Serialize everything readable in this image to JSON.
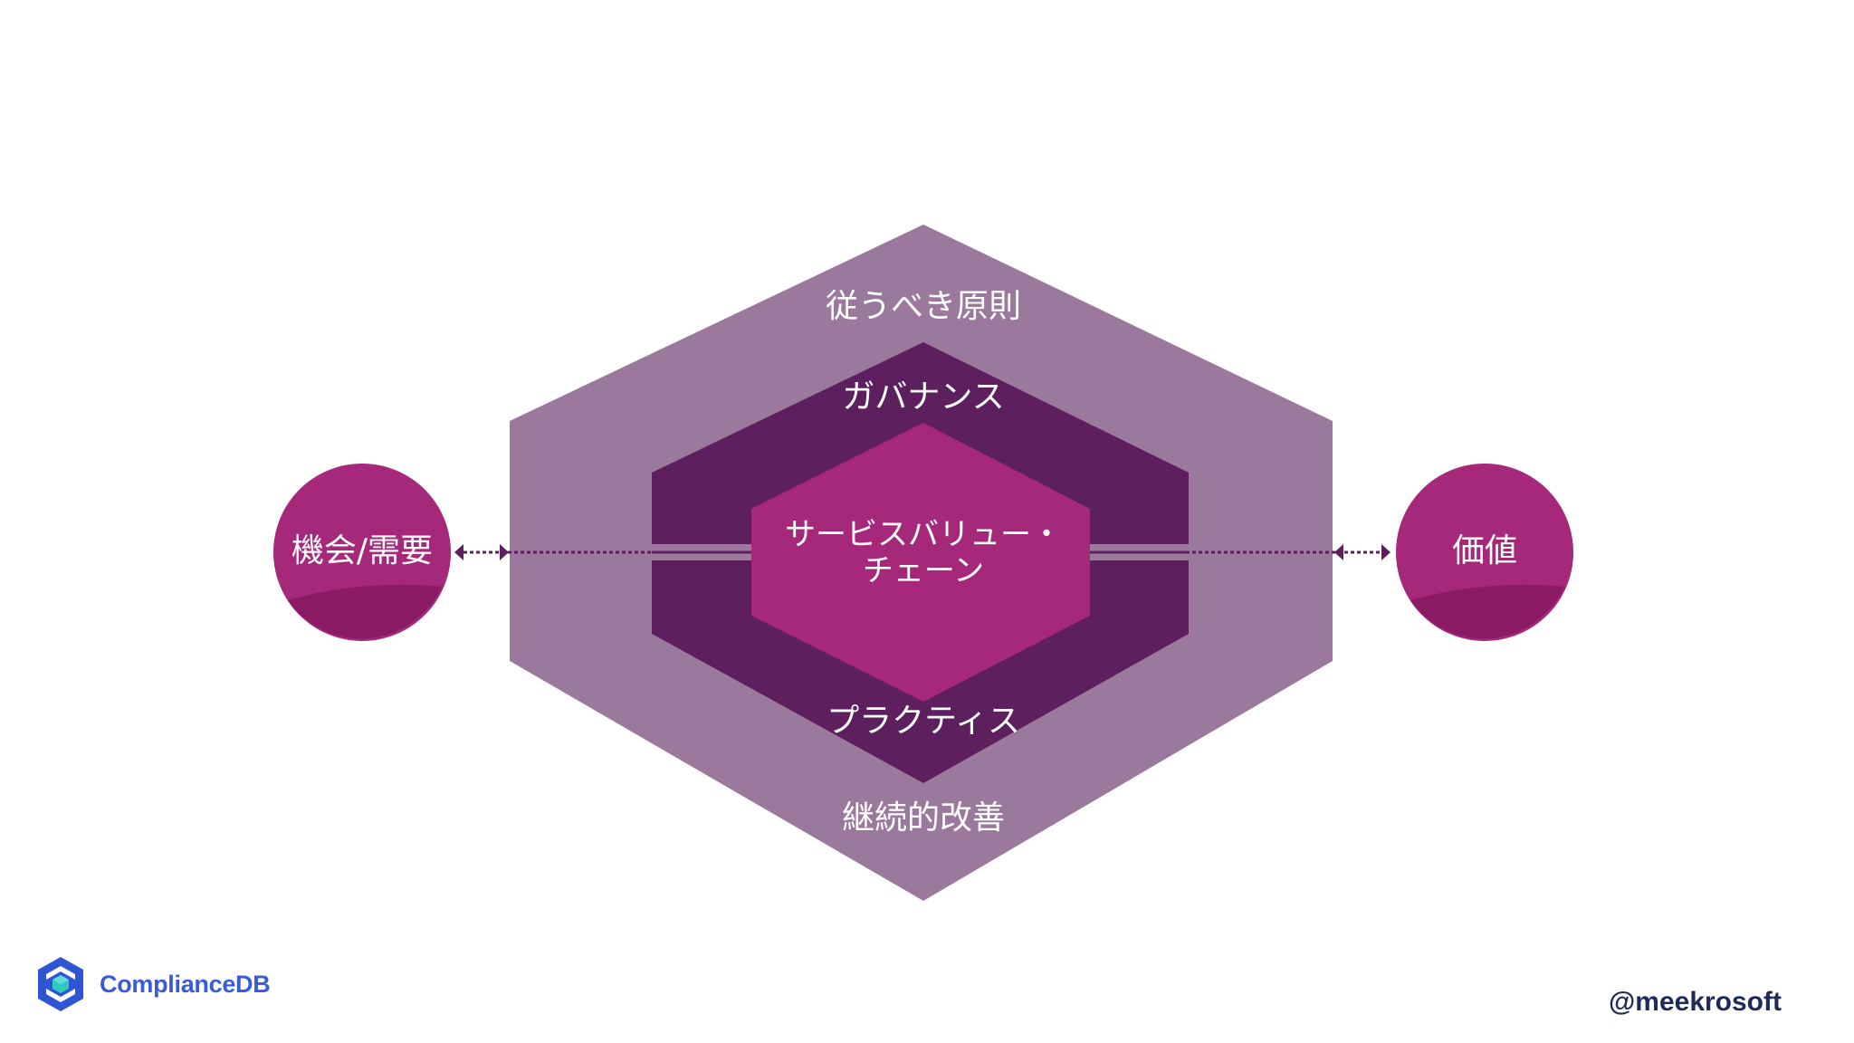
{
  "diagram": {
    "outer_layer": "従うべき原則",
    "outer_layer_bottom": "継続的改善",
    "middle_layer_top": "ガバナンス",
    "middle_layer_bottom": "プラクティス",
    "core_line1": "サービスバリュー・",
    "core_line2": "チェーン",
    "input_node": "機会/需要",
    "output_node": "価値"
  },
  "colors": {
    "outer_hex": "#9b799d",
    "middle_hex": "#5d1f5e",
    "core_hex": "#a6287a",
    "node_fill": "#a6287a",
    "node_shadow": "#8a1a63",
    "connector": "#5d1f5e",
    "brand_blue": "#3a5bd9",
    "handle_text": "#1f2a5a"
  },
  "brand": {
    "logo_icon": "compliancedb-logo-icon",
    "name": "ComplianceDB"
  },
  "footer": {
    "handle": "@meekrosoft"
  }
}
